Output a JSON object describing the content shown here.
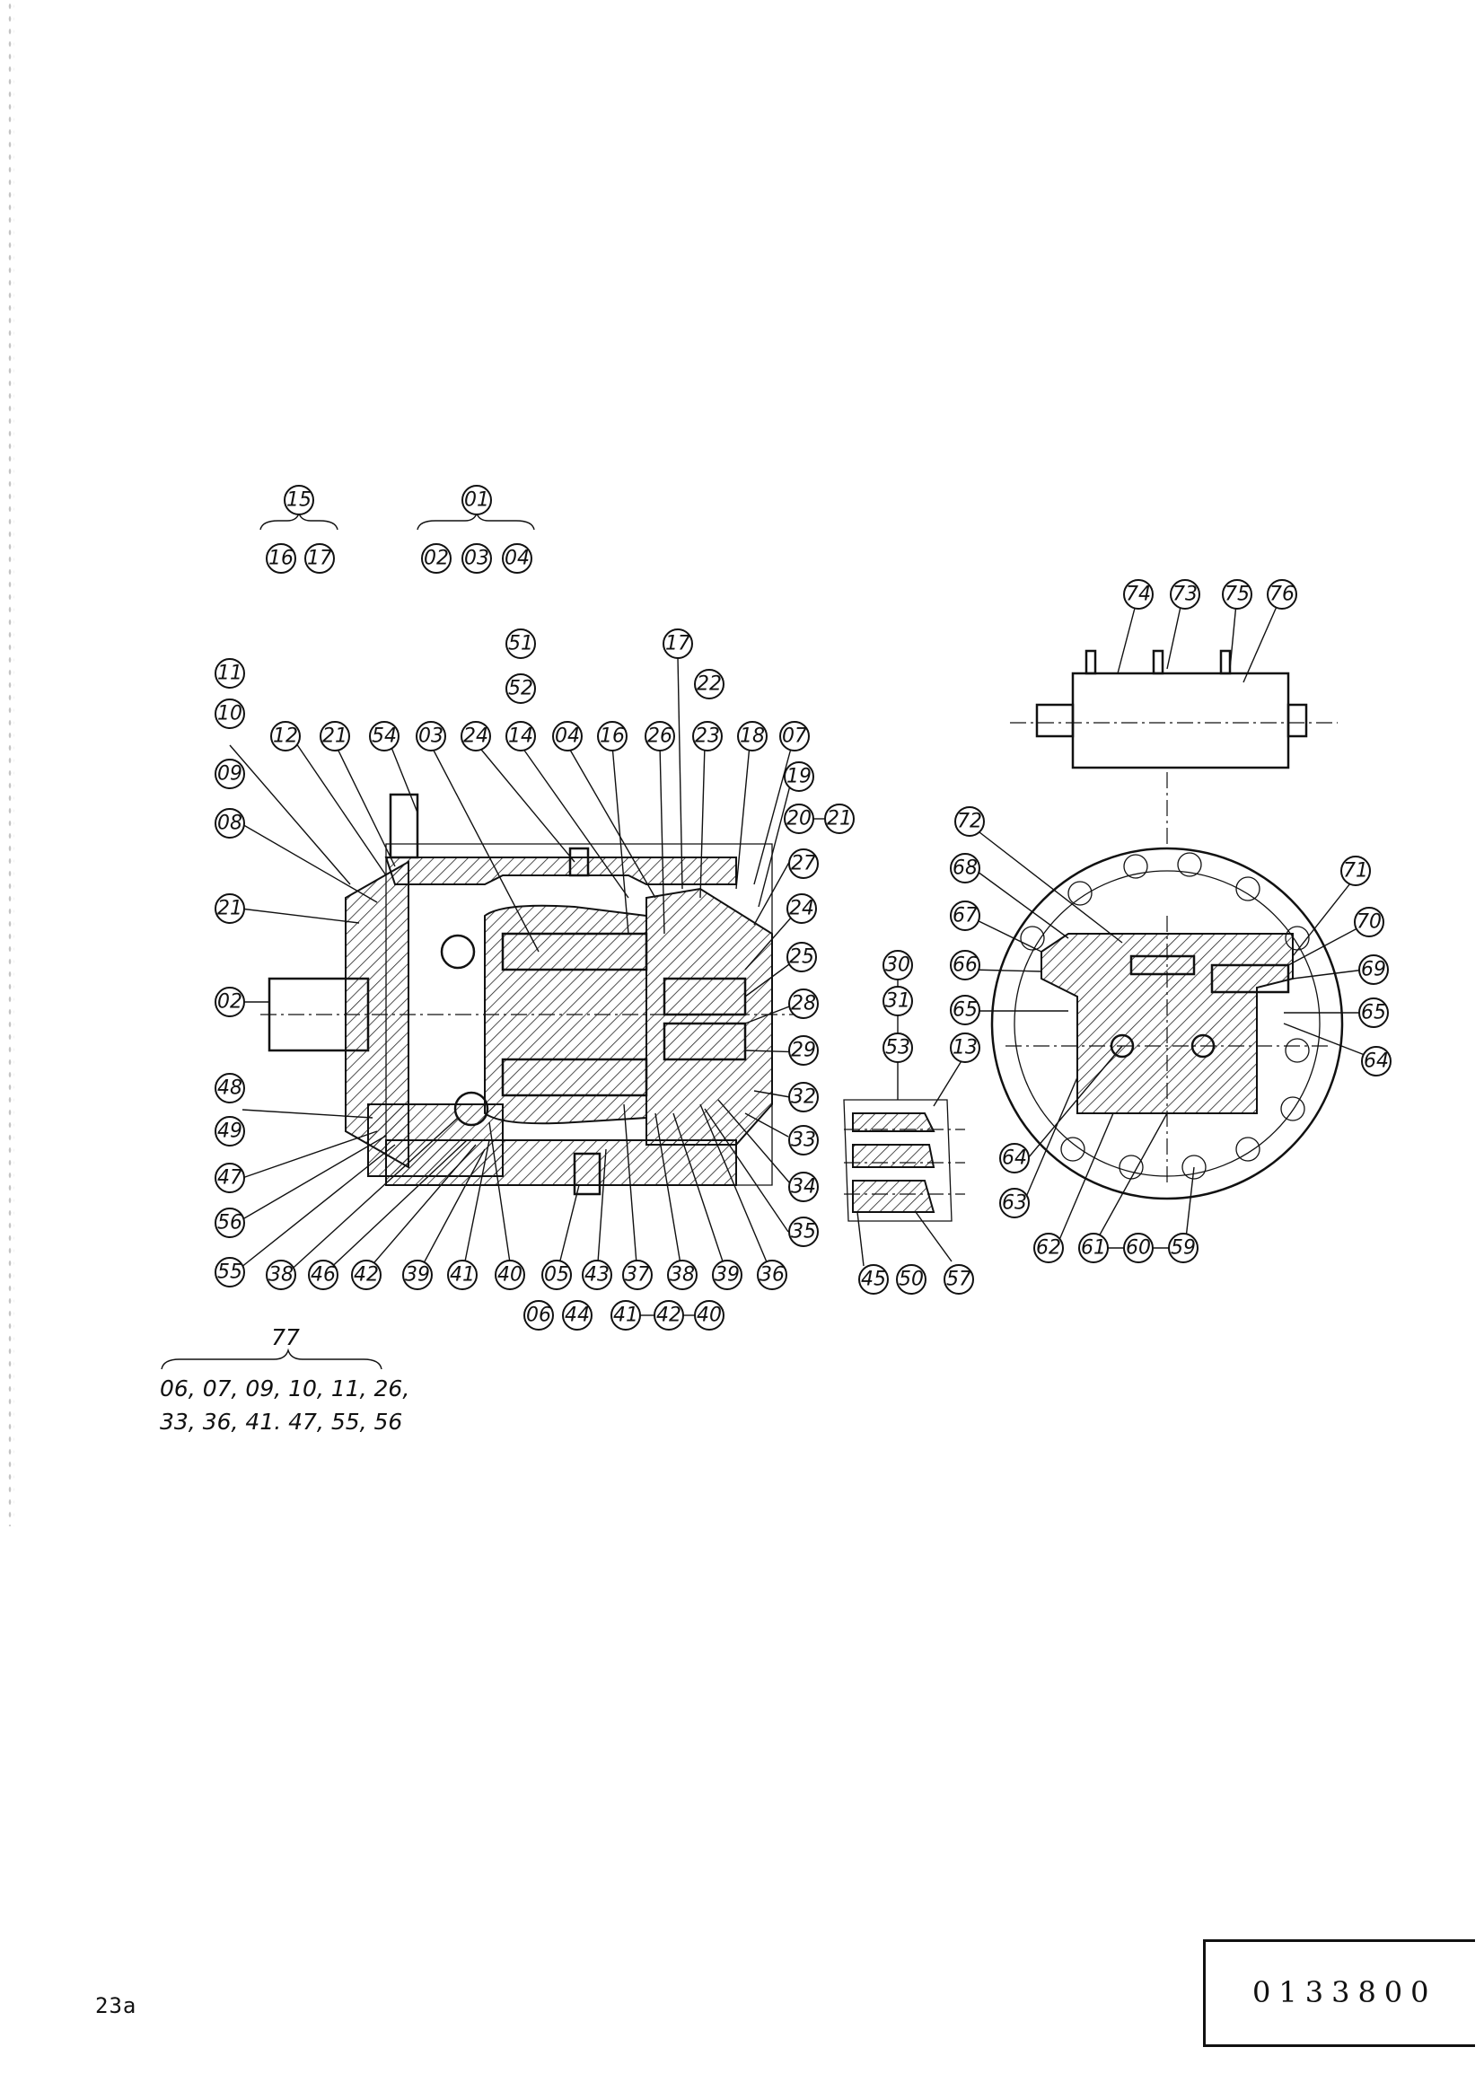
{
  "sheet": {
    "page_label": "23a",
    "drawing_number": "0133800"
  },
  "group_labels": [
    {
      "parent": "15",
      "children": [
        "16",
        "17"
      ]
    },
    {
      "parent": "01",
      "children": [
        "02",
        "03",
        "04"
      ]
    }
  ],
  "kit": {
    "number": "77",
    "line1": "06, 07, 09, 10, 11, 26,",
    "line2": "33, 36, 41. 47, 55, 56"
  },
  "callouts": [
    "11",
    "10",
    "09",
    "08",
    "21",
    "02",
    "48",
    "49",
    "47",
    "56",
    "55",
    "12",
    "21",
    "54",
    "03",
    "24",
    "14",
    "52",
    "51",
    "04",
    "16",
    "26",
    "17",
    "22",
    "23",
    "18",
    "07",
    "19",
    "20",
    "21",
    "27",
    "24",
    "25",
    "28",
    "29",
    "32",
    "33",
    "34",
    "35",
    "38",
    "46",
    "42",
    "39",
    "41",
    "40",
    "05",
    "06",
    "43",
    "44",
    "37",
    "38",
    "39",
    "36",
    "40",
    "41",
    "42",
    "30",
    "31",
    "53",
    "13",
    "45",
    "50",
    "57",
    "74",
    "73",
    "75",
    "76",
    "72",
    "68",
    "67",
    "66",
    "65",
    "71",
    "70",
    "69",
    "65",
    "64",
    "64",
    "63",
    "62",
    "61",
    "60",
    "59"
  ]
}
